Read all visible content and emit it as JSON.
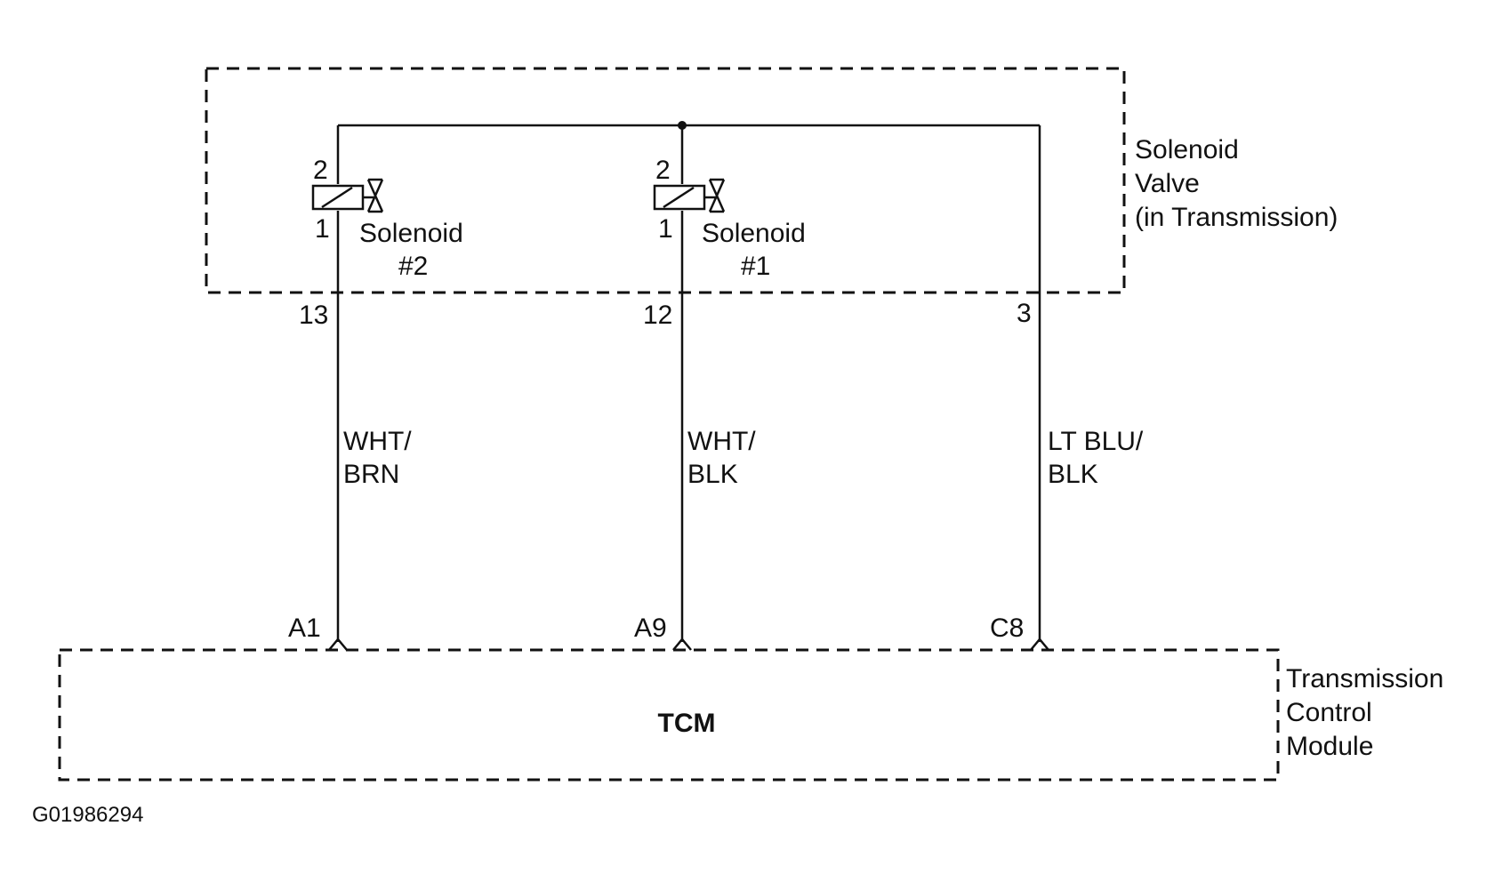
{
  "solenoid_valve": {
    "label_line1": "Solenoid",
    "label_line2": "Valve",
    "label_line3": "(in Transmission)"
  },
  "solenoids": [
    {
      "pin_top": "2",
      "pin_bottom": "1",
      "name": "Solenoid",
      "number": "#2",
      "connector_pin": "13"
    },
    {
      "pin_top": "2",
      "pin_bottom": "1",
      "name": "Solenoid",
      "number": "#1",
      "connector_pin": "12"
    }
  ],
  "common_pin": "3",
  "wires": [
    {
      "line1": "WHT/",
      "line2": "BRN"
    },
    {
      "line1": "WHT/",
      "line2": "BLK"
    },
    {
      "line1": "LT BLU/",
      "line2": "BLK"
    }
  ],
  "tcm_pins": [
    "A1",
    "A9",
    "C8"
  ],
  "tcm": {
    "name": "TCM",
    "label_line1": "Transmission",
    "label_line2": "Control",
    "label_line3": "Module"
  },
  "figure_id": "G01986294"
}
